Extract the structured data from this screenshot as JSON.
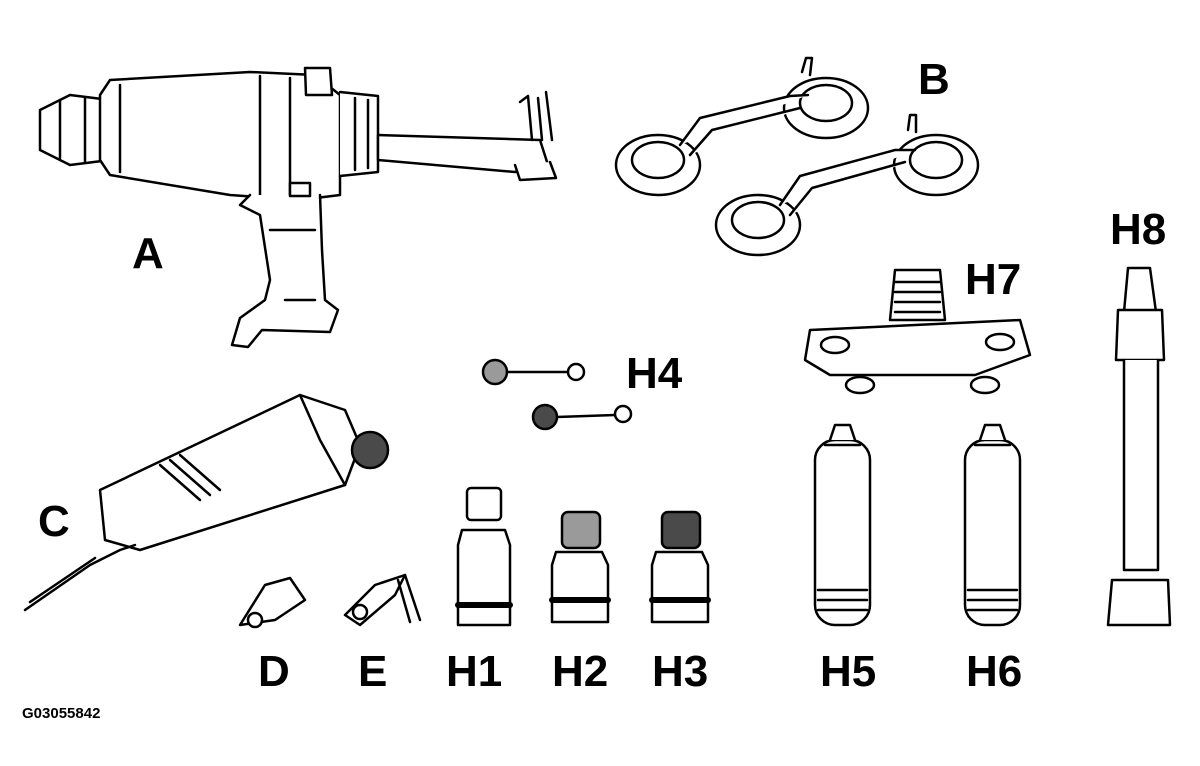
{
  "labels": {
    "A": "A",
    "B": "B",
    "C": "C",
    "D": "D",
    "E": "E",
    "H1": "H1",
    "H2": "H2",
    "H3": "H3",
    "H4": "H4",
    "H5": "H5",
    "H6": "H6",
    "H7": "H7",
    "H8": "H8"
  },
  "figure_id": "G03055842",
  "colors": {
    "line": "#000000",
    "fill": "#ffffff",
    "dark_cap": "#4a4a4a",
    "grey_cap": "#9a9a9a"
  }
}
